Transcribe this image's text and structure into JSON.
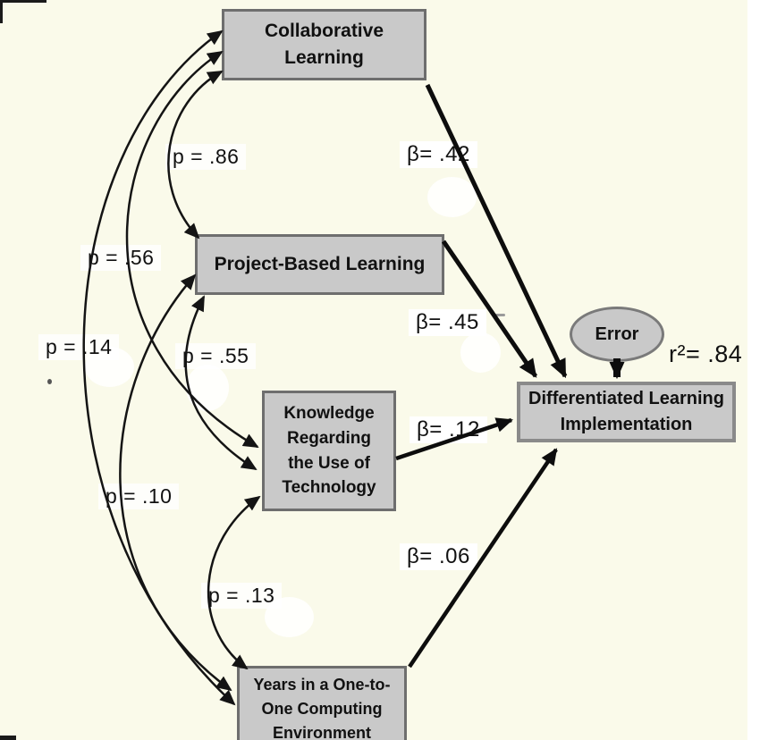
{
  "figure": {
    "nodes": {
      "collaborative": "Collaborative\nLearning",
      "project": "Project-Based Learning",
      "knowledge": "Knowledge\nRegarding\nthe Use of\nTechnology",
      "years": "Years in a One-to-\nOne Computing\nEnvironment",
      "differentiated": "Differentiated Learning\nImplementation",
      "error": "Error"
    },
    "correlations": {
      "collaborative_project": "p = .86",
      "collaborative_knowledge": "p = .56",
      "collaborative_years": "p = .14",
      "project_knowledge": "p = .55",
      "project_years": "p = .10",
      "knowledge_years": "p = .13"
    },
    "betas": {
      "collaborative_to_differentiated": "β= .42",
      "project_to_differentiated": "β= .45",
      "knowledge_to_differentiated": "β= .12",
      "years_to_differentiated": "β= .06"
    },
    "r_squared": "r²= .84",
    "colors": {
      "background": "#fafaea",
      "node_fill": "#c9c9c9",
      "node_border": "#6e6e6e",
      "edge": "#141414"
    }
  }
}
